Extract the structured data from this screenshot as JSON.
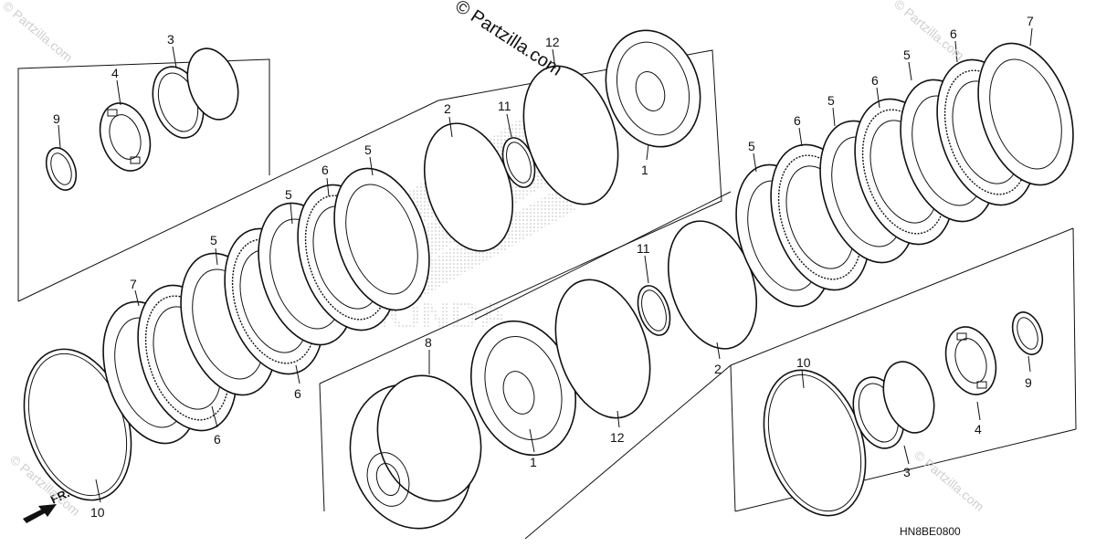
{
  "watermark": {
    "main": "© Partzilla.com",
    "corner_top_left": "© Partzilla.com",
    "corner_top_right": "© Partzilla.com",
    "corner_bottom_left": "© Partzilla.com",
    "corner_bottom_right": "© Partzilla.com"
  },
  "diagram_code": "HN8BE0800",
  "front_indicator": "FR.",
  "brand_mark": "HONDA",
  "callouts": {
    "c1a": "1",
    "c1b": "1",
    "c2a": "2",
    "c2b": "2",
    "c3a": "3",
    "c3b": "3",
    "c4a": "4",
    "c4b": "4",
    "c5a": "5",
    "c5b": "5",
    "c5c": "5",
    "c5d": "5",
    "c5e": "5",
    "c5f": "5",
    "c6a": "6",
    "c6b": "6",
    "c6c": "6",
    "c6d": "6",
    "c6e": "6",
    "c6f": "6",
    "c7a": "7",
    "c7b": "7",
    "c8": "8",
    "c9a": "9",
    "c9b": "9",
    "c10a": "10",
    "c10b": "10",
    "c11a": "11",
    "c11b": "11",
    "c12a": "12",
    "c12b": "12"
  }
}
